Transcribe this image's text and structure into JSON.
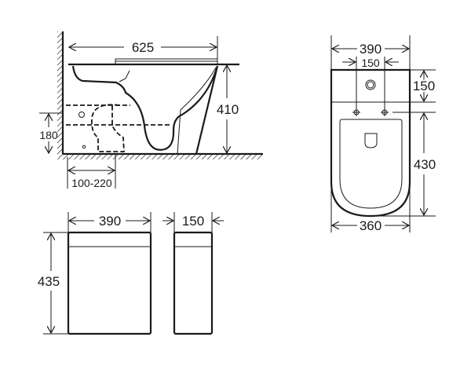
{
  "title": "Toilet pan and cistern dimension drawing",
  "side_view": {
    "length": "625",
    "height": "410",
    "outlet_height": "180",
    "wall_offset": "100-220"
  },
  "top_view": {
    "width": "390",
    "fixing_spacing": "150",
    "tank_depth": "150",
    "bowl_length": "430",
    "bowl_width": "360"
  },
  "cistern_front": {
    "width": "390",
    "height": "435"
  },
  "cistern_side": {
    "depth": "150"
  }
}
